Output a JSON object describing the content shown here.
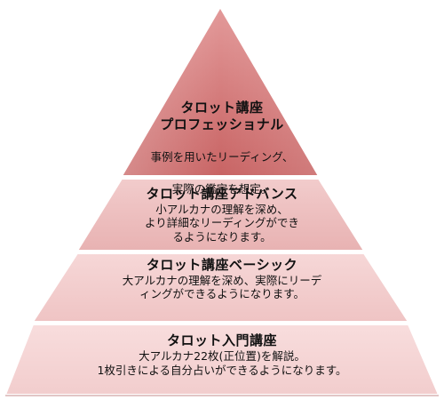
{
  "colors": {
    "tier_top": "#cf6d6d",
    "tier_top_light": "#e6a3a3",
    "tier_mid": "#edbcbc",
    "tier_low": "#f3cfcf",
    "tier_base": "#f6d9d9",
    "edge": "#ffffff"
  },
  "tiers": [
    {
      "title": "タロット入門講座",
      "desc_lines": [
        "大アルカナ22枚(正位置)を解説。",
        "1枚引きによる自分占いができるようになります。"
      ]
    },
    {
      "title": "タロット講座ベーシック",
      "desc_lines": [
        "大アルカナの理解を深め、実際にリーデ",
        "ィングができるようになります。"
      ]
    },
    {
      "title": "タロット講座アドバンス",
      "desc_lines": [
        "小アルカナの理解を深め、",
        "より詳細なリーディングができ",
        "るようになります。"
      ]
    },
    {
      "title_lines": [
        "タロット講座",
        "プロフェッショナル"
      ],
      "desc_lines": [
        "事例を用いたリーディング、",
        "実際の鑑定を想定。"
      ]
    }
  ]
}
